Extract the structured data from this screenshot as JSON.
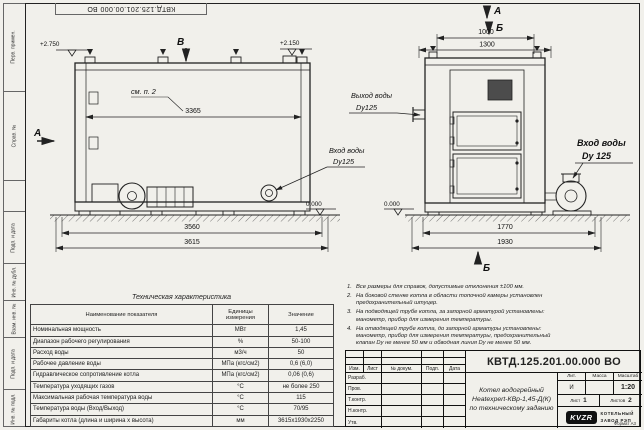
{
  "sheet": {
    "doc_number": "КВТД.125.201.00.000 ВО",
    "top_stamp": "КВТД.125.201.00.000 ВО",
    "format_note": "Формат А3"
  },
  "frame_left": {
    "labels": [
      "Перв. примен.",
      "Справ. №",
      "",
      "Подп. и дата",
      "Инв. № дубл.",
      "Взам. инв. №",
      "Подп. и дата",
      "Инв. № подл."
    ]
  },
  "views": {
    "left": {
      "elev_top": "+2.750",
      "elev_right": "+2.150",
      "elev_zero": "0.000",
      "section_a": "А",
      "section_v": "В",
      "see_note": "см. п. 2",
      "dim_width": "3365",
      "dim_base": "3560",
      "dim_overall": "3615",
      "inlet_line1": "Вход воды",
      "inlet_line2": "Dy125"
    },
    "right": {
      "section_a": "А",
      "section_b": "Б",
      "section_b_bottom": "Б",
      "dim_top": "1000",
      "dim_top2": "1300",
      "dim_base": "1770",
      "dim_overall": "1930",
      "elev_zero": "0.000",
      "outlet_line1": "Выход воды",
      "outlet_line2": "Dy125",
      "inlet_line1": "Вход воды",
      "inlet_line2": "Dy 125"
    }
  },
  "notes": {
    "items": [
      {
        "num": "1.",
        "text": "Все размеры для справок, допустимые отклонения ±100 мм."
      },
      {
        "num": "2.",
        "text": "На боковой стенке котла в области топочной камеры установлен предохранительный штуцер."
      },
      {
        "num": "3.",
        "text": "На подводящей трубе котла, за запорной арматурой установлены: манометр, прибор для измерения температуры."
      },
      {
        "num": "4.",
        "text": "На отводящей трубе котла, до запорной арматуры установлены: манометр, прибор для измерения температуры, предохранительный клапан Dy не менее 50 мм и обводная линия Dy не менее 50 мм."
      }
    ]
  },
  "tech_table": {
    "title": "Техническая характеристика",
    "headers": [
      "Наименование показателя",
      "Единицы измерения",
      "Значение"
    ],
    "rows": [
      [
        "Номинальная мощность",
        "МВт",
        "1,45"
      ],
      [
        "Диапазон рабочего регулирования",
        "%",
        "50-100"
      ],
      [
        "Расход воды",
        "м3/ч",
        "50"
      ],
      [
        "Рабочее давление воды",
        "МПа (кгс/см2)",
        "0,6 (6,0)"
      ],
      [
        "Гидравлическое сопротивление котла",
        "МПа (кгс/см2)",
        "0,06 (0,6)"
      ],
      [
        "Температура уходящих газов",
        "°С",
        "не более 250"
      ],
      [
        "Максимальная рабочая температура воды",
        "°С",
        "115"
      ],
      [
        "Температура воды (Вход/Выход)",
        "°С",
        "70/95"
      ],
      [
        "Габариты котла (длина и ширина х высота)",
        "мм",
        "3615х1930х2250"
      ]
    ]
  },
  "title_block": {
    "doc_number": "КВТД.125.201.00.000  ВО",
    "cols": [
      "Изм.",
      "Лист",
      "№ докум.",
      "Подп.",
      "Дата"
    ],
    "roles": [
      "Разраб.",
      "Пров.",
      "Т.контр.",
      "Н.контр.",
      "Утв."
    ],
    "product_line1": "Котел водогрейный",
    "product_line2": "Heatexpert-КВр-1,45-Д(К)",
    "product_line3": "по техническому заданию",
    "lit_label": "Лит.",
    "lit_value": "И",
    "mass_label": "Масса",
    "scale_label": "Масштаб",
    "scale_value": "1:20",
    "sheet_label": "Лист",
    "sheet_value": "1",
    "sheets_label": "Листов",
    "sheets_value": "2",
    "company_logo": "KVZR",
    "company_line1": "КОТЕЛЬНЫЙ",
    "company_line2": "ЗАВОД РЭП"
  }
}
